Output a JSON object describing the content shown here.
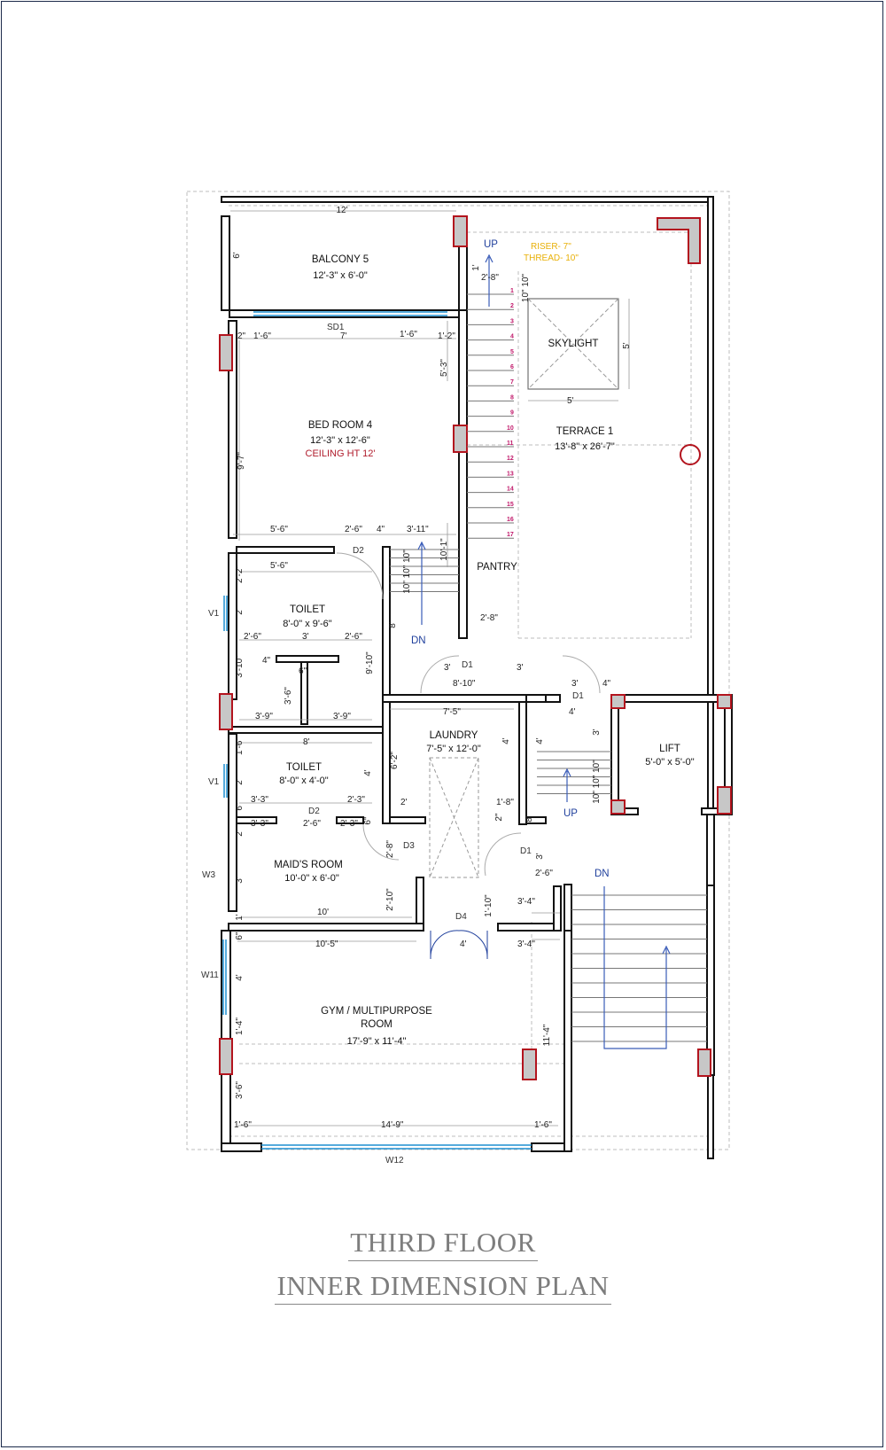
{
  "rooms": {
    "balcony": {
      "name": "BALCONY 5",
      "size": "12'-3\" x 6'-0\""
    },
    "bedroom": {
      "name": "BED ROOM 4",
      "size": "12'-3\" x 12'-6\"",
      "ceiling": "CEILING  HT 12'"
    },
    "skylight": {
      "name": "SKYLIGHT"
    },
    "terrace": {
      "name": "TERRACE 1",
      "size": "13'-8\" x 26'-7\""
    },
    "pantry": {
      "name": "PANTRY"
    },
    "toilet1": {
      "name": "TOILET",
      "size": "8'-0\" x 9'-6\""
    },
    "laundry": {
      "name": "LAUNDRY",
      "size": "7'-5\" x 12'-0\""
    },
    "lift": {
      "name": "LIFT",
      "size": "5'-0\" x 5'-0\""
    },
    "toilet2": {
      "name": "TOILET",
      "size": "8'-0\" x 4'-0\""
    },
    "maid": {
      "name": "MAID'S ROOM",
      "size": "10'-0\" x 6'-0\""
    },
    "gym": {
      "name_line1": "GYM / MULTIPURPOSE",
      "name_line2": "ROOM",
      "size": "17'-9\" x 11'-4\""
    }
  },
  "stair": {
    "up_label": "UP",
    "dn_label": "DN",
    "riser": "RISER- 7\"",
    "thread": "THREAD- 10\"",
    "steps": [
      "1",
      "2",
      "3",
      "4",
      "5",
      "6",
      "7",
      "8",
      "9",
      "10",
      "11",
      "12",
      "13",
      "14",
      "15",
      "16",
      "17"
    ]
  },
  "openings": {
    "sd1": "SD1",
    "d1": "D1",
    "d2": "D2",
    "d3": "D3",
    "d4": "D4",
    "v1": "V1",
    "w3": "W3",
    "w11": "W11",
    "w12": "W12"
  },
  "dimensions": {
    "balcony_w": "12'",
    "balcony_h": "6'",
    "bed_top_a": "2\"",
    "bed_top_b": "1'-6\"",
    "bed_top_c": "7'",
    "bed_top_d": "1'-6\"",
    "bed_top_e": "1'-2\"",
    "bed_left": "9'-7\"",
    "bed_right": "5'-3\"",
    "stair_w": "2'-8\"",
    "stair_top": "1'",
    "stair_gap": "10\" 10\"",
    "skylight_w": "5'",
    "skylight_h": "5'",
    "bed_bot_a": "5'-6\"",
    "bed_bot_b": "2'-6\"",
    "bed_bot_c": "4\"",
    "bed_bot_d": "3'-11\"",
    "pantry_gap": "10'-1\"",
    "pantry_stair": "10\" 10\" 10\"",
    "pantry_w": "2'-8\"",
    "t1_top": "5'-6\"",
    "t1_left_a": "2'-2\"",
    "t1_left_b": "2'",
    "t1_mid_a": "2'-6\"",
    "t1_mid_b": "3'",
    "t1_mid_c": "2'-6\"",
    "t1_left_c": "3'-10\"",
    "t1_small": "4\"",
    "t1_stub": "6\"",
    "t1_stub_h": "3'-6\"",
    "t1_right": "9'-10\"",
    "t1_right2": "8'",
    "t1_bot_a": "3'-9\"",
    "t1_bot_b": "3'-9\"",
    "d1_a": "3'",
    "d1_b": "8'-10\"",
    "d1_c": "3'",
    "d1_d": "3'",
    "d1_e": "4\"",
    "d1_f": "4'",
    "laundry_top": "7'-5\"",
    "laundry_h": "6'-2\"",
    "laundry_b": "4'",
    "laundry_c": "2'",
    "laundry_d": "1'-8\"",
    "laundry_e": "2\"",
    "laundry_right": "4'",
    "lift_left": "3'",
    "lift_stair": "10\" 10\" 10\"",
    "t2_top": "8'",
    "t2_left_a": "1'-6\"",
    "t2_left_b": "2'",
    "t2_a": "3'-3\"",
    "t2_b": "2'-3\"",
    "t2_c": "4'",
    "t2_bot_a": "3'-3\"",
    "t2_bot_b": "2'-6\"",
    "t2_bot_c": "2'-3\"",
    "t2_small": "6\"",
    "t2_small2": "6\"",
    "maid_left_a": "2'",
    "maid_left_b": "3'",
    "maid_left_c": "1'",
    "maid_d3": "2'-8\"",
    "maid_right": "2'-10\"",
    "maid_bot": "10'",
    "d1b_a": "8'",
    "d1b_b": "3'",
    "d1b_c": "2'-6\"",
    "d4_a": "1'-10\"",
    "d4_b": "3'-4\"",
    "gym_top": "10'-5\"",
    "gym_top_b": "3'-4\"",
    "gym_left_a": "6\"",
    "gym_left_b": "4'",
    "gym_left_c": "1'-4\"",
    "gym_right": "11'-4\"",
    "gym_left_d": "3'-6\"",
    "gym_w": "4'",
    "gym_bot_a": "1'-6\"",
    "gym_bot_b": "14'-9\"",
    "gym_bot_c": "1'-6\""
  },
  "titles": {
    "line1": "THIRD FLOOR",
    "line2": "INNER DIMENSION PLAN"
  },
  "colors": {
    "wall": "#111111",
    "column": "#b3141e",
    "dim_line": "#9a9a9a",
    "window": "#1e8fd0",
    "stair_mark": "#c0186a"
  }
}
